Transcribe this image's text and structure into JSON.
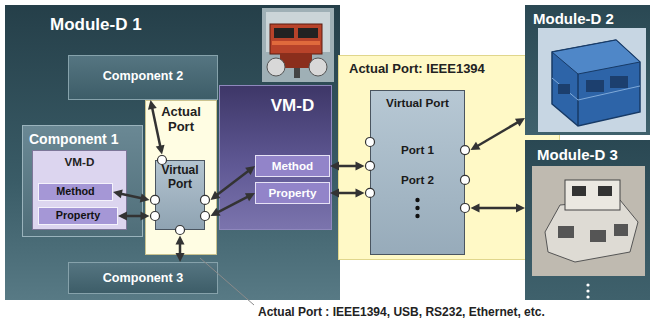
{
  "diagram": {
    "nodes": [
      {
        "text": [
          "Module-D 1"
        ]
      },
      {
        "text": [
          "Component 2"
        ],
        "in": 0
      },
      {
        "text": [
          "Actual Port"
        ],
        "in": 0
      },
      {
        "text": [
          "Virtual Port"
        ],
        "in": 2
      },
      {
        "text": [
          "Component 1"
        ],
        "in": 0
      },
      {
        "text": [
          "VM-D"
        ],
        "in": 4
      },
      {
        "text": [
          "Method"
        ],
        "in": 5
      },
      {
        "text": [
          "Property"
        ],
        "in": 5
      },
      {
        "text": [
          "VM-D"
        ],
        "in": 0
      },
      {
        "text": [
          "Method"
        ],
        "in": 8
      },
      {
        "text": [
          "Property"
        ],
        "in": 8
      },
      {
        "text": [
          "Component 3"
        ],
        "in": 0
      },
      {
        "text": [
          "Actual Port: IEEE1394"
        ]
      },
      {
        "text": [
          "Virtual Port",
          "Port 1",
          "Port 2"
        ],
        "in": 12
      },
      {
        "text": [
          "Module-D 2"
        ]
      },
      {
        "text": [
          "Module-D 3"
        ]
      }
    ],
    "edges": [
      {
        "from": 1,
        "to": 3,
        "arrow": "both"
      },
      {
        "from": 6,
        "to": 3,
        "arrow": "both"
      },
      {
        "from": 7,
        "to": 3,
        "arrow": "both"
      },
      {
        "from": 11,
        "to": 3,
        "arrow": "both"
      },
      {
        "from": 3,
        "to": 9,
        "arrow": "both"
      },
      {
        "from": 3,
        "to": 10,
        "arrow": "both"
      },
      {
        "from": 9,
        "to": 13,
        "arrow": "both"
      },
      {
        "from": 10,
        "to": 13,
        "arrow": "both"
      },
      {
        "from": 13,
        "to": 14,
        "arrow": "both"
      },
      {
        "from": 13,
        "to": 15,
        "arrow": "both"
      }
    ],
    "labels": [
      "Actual Port : IEEE1394, USB, RS232, Ethernet, etc."
    ]
  }
}
